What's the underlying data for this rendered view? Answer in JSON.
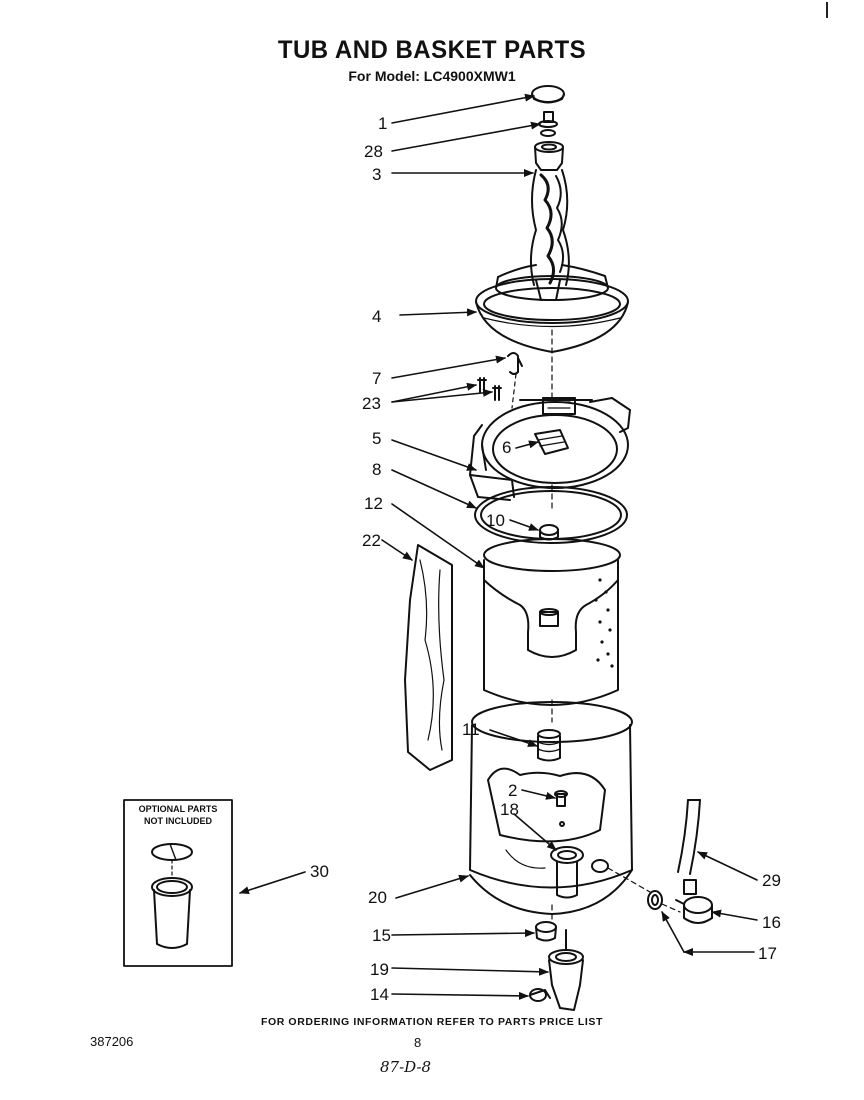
{
  "header": {
    "title": "TUB AND BASKET PARTS",
    "subtitle": "For Model: LC4900XMW1"
  },
  "optional_box": {
    "line1": "OPTIONAL PARTS",
    "line2": "NOT INCLUDED"
  },
  "callouts": {
    "c1": "1",
    "c28": "28",
    "c3": "3",
    "c4": "4",
    "c7": "7",
    "c23": "23",
    "c5": "5",
    "c6": "6",
    "c8": "8",
    "c10": "10",
    "c12": "12",
    "c22": "22",
    "c11": "11",
    "c2": "2",
    "c18": "18",
    "c30": "30",
    "c29": "29",
    "c20": "20",
    "c16": "16",
    "c15": "15",
    "c17": "17",
    "c19": "19",
    "c14": "14"
  },
  "footer": {
    "ordering_note": "FOR ORDERING INFORMATION REFER TO PARTS PRICE LIST",
    "doc_number": "387206",
    "page_number": "8",
    "handwritten": "87-D-8"
  }
}
